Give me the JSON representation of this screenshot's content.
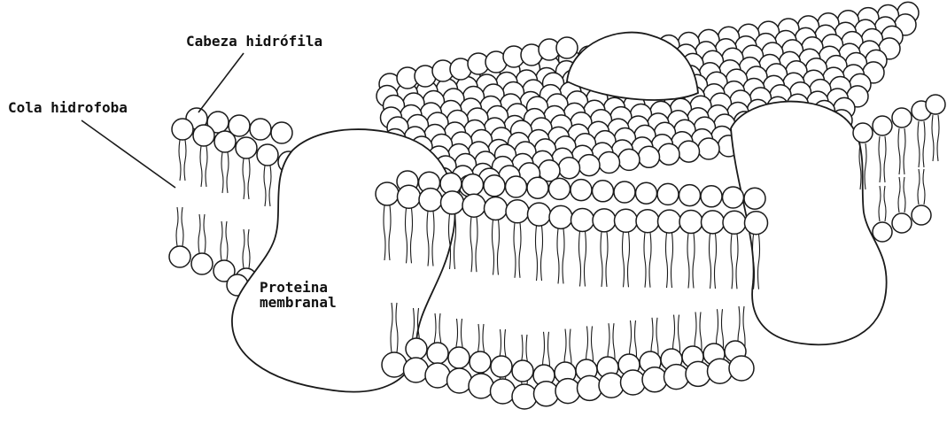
{
  "labels": {
    "head": "Cabeza hidrófila",
    "tail": "Cola hidrofoba",
    "protein_line1": "Proteina",
    "protein_line2": "membranal"
  },
  "colors": {
    "ink": "#1a1a1a",
    "fill": "#ffffff",
    "background": "#ffffff"
  }
}
